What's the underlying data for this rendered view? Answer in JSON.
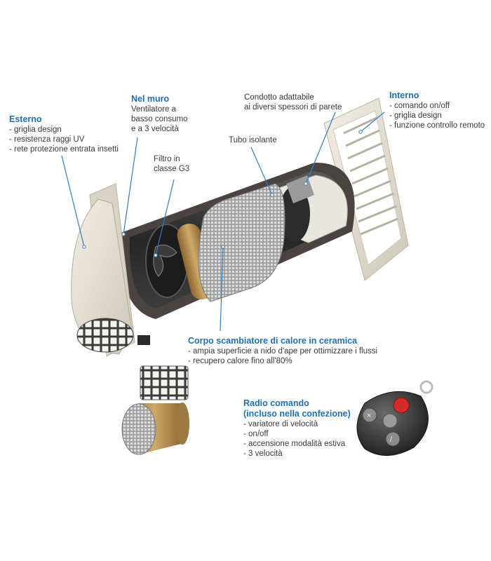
{
  "callouts": {
    "esterno": {
      "title": "Esterno",
      "items": [
        "griglia design",
        "resistenza raggi UV",
        "rete protezione entrata insetti"
      ]
    },
    "nel_muro": {
      "title": "Nel muro",
      "lines": [
        "Ventilatore a",
        "basso consumo",
        "e a 3 velocità"
      ]
    },
    "filtro": {
      "lines": [
        "Filtro in",
        "classe G3"
      ]
    },
    "condotto": {
      "lines": [
        "Condotto adattabile",
        "ai diversi spessori di parete"
      ]
    },
    "tubo": {
      "lines": [
        "Tubo isolante"
      ]
    },
    "interno": {
      "title": "Interno",
      "items": [
        "comando on/off",
        "griglia design",
        "funzione controllo remoto"
      ]
    },
    "corpo": {
      "title": "Corpo scambiatore di calore in ceramica",
      "items": [
        "ampia superficie a nido d'ape per ottimizzare i flussi",
        "recupero calore fino all'80%"
      ]
    },
    "radio": {
      "title_lines": [
        "Radio comando",
        "(incluso nella confezione)"
      ],
      "items": [
        "variatore di velocità",
        "on/off",
        "accensione modalità estiva",
        "3 velocità"
      ]
    }
  },
  "colors": {
    "accent_blue": "#1f6fb0",
    "tube_dark": "#2c2c2c",
    "housing_beige": "#e6e1d6",
    "ceramic_gold": "#b28a4e",
    "button_red": "#d32b2b"
  }
}
